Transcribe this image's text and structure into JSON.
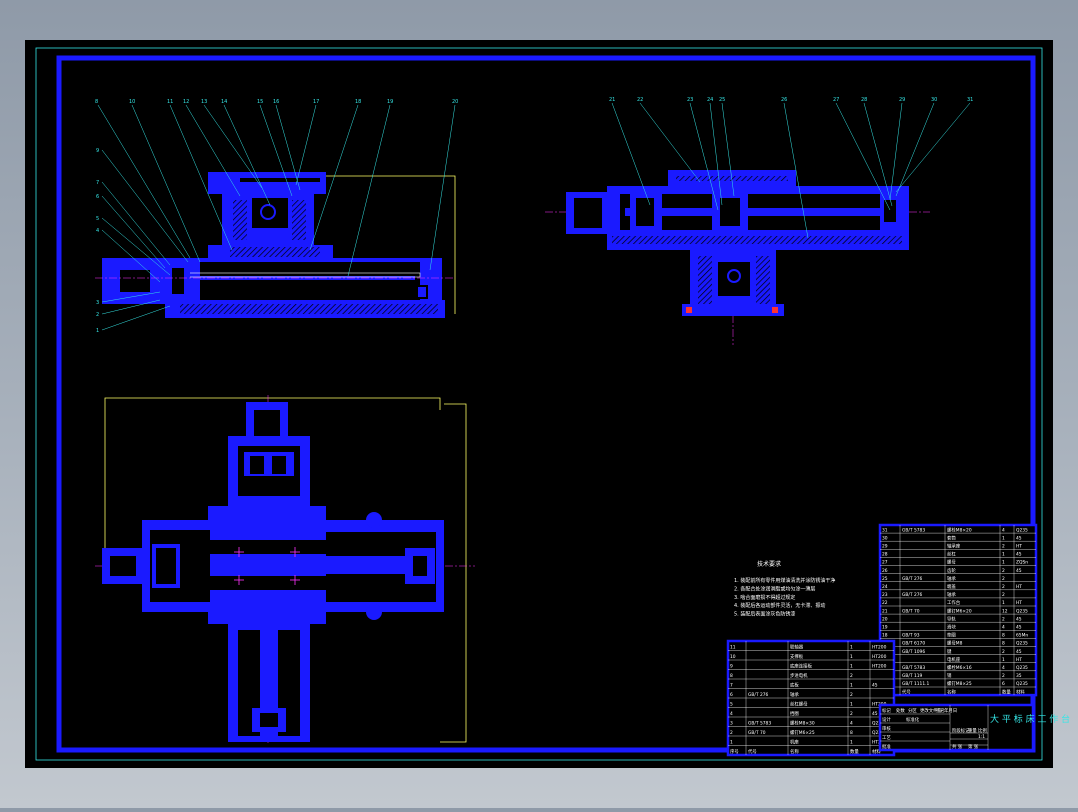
{
  "colors": {
    "background": "#8f9aa8",
    "sheet": "#000000",
    "frame": "#1a1aff",
    "part_fill": "#1a1aff",
    "leader": "#35e6e6",
    "dimension": "#ffff66",
    "centerline": "#ff33ff",
    "text": "#ffffff"
  },
  "drawing": {
    "title": "大 平 标 床 工 作 台",
    "tech_req_heading": "技术要求",
    "tech_requirements": [
      "1. 装配前所有零件用煤油清洗并涂防锈油干净",
      "2. 各配合处涂润滑脂或均匀涂一薄层",
      "3. 啮合面磨损不得超过规定",
      "4. 装配后各运动部件灵活，无卡滞、振动",
      "5. 装配后表面涂灰色防锈漆"
    ],
    "front_view_balloons": [
      "8",
      "10",
      "11",
      "12",
      "13",
      "14",
      "15",
      "16",
      "17",
      "18",
      "19",
      "20",
      "9",
      "7",
      "6",
      "5",
      "4",
      "3",
      "2",
      "1"
    ],
    "side_view_balloons": [
      "21",
      "22",
      "23",
      "24",
      "25",
      "26",
      "27",
      "28",
      "29",
      "30",
      "31"
    ]
  },
  "bom_right": {
    "rows": [
      [
        "31",
        "GB/T 5783",
        "螺栓M8×20",
        "4",
        "Q235"
      ],
      [
        "30",
        "",
        "套筒",
        "1",
        "45"
      ],
      [
        "29",
        "",
        "轴承座",
        "2",
        "HT"
      ],
      [
        "28",
        "",
        "丝杠",
        "1",
        "45"
      ],
      [
        "27",
        "",
        "螺母",
        "1",
        "ZQSn"
      ],
      [
        "26",
        "",
        "齿轮",
        "2",
        "45"
      ],
      [
        "25",
        "GB/T 276",
        "轴承",
        "2",
        ""
      ],
      [
        "24",
        "",
        "端盖",
        "2",
        "HT"
      ],
      [
        "23",
        "GB/T 276",
        "轴承",
        "2",
        ""
      ],
      [
        "22",
        "",
        "工作台",
        "1",
        "HT"
      ],
      [
        "21",
        "GB/T 70",
        "螺钉M6×20",
        "12",
        "Q235"
      ],
      [
        "20",
        "",
        "导轨",
        "2",
        "45"
      ],
      [
        "19",
        "",
        "滑块",
        "4",
        "45"
      ],
      [
        "18",
        "GB/T 93",
        "垫圈",
        "8",
        "65Mn"
      ],
      [
        "17",
        "GB/T 6170",
        "螺母M8",
        "8",
        "Q235"
      ],
      [
        "16",
        "GB/T 1096",
        "键",
        "2",
        "45"
      ],
      [
        "15",
        "",
        "电机座",
        "1",
        "HT"
      ],
      [
        "14",
        "GB/T 5783",
        "螺栓M6×16",
        "4",
        "Q235"
      ],
      [
        "13",
        "GB/T 119",
        "销",
        "2",
        "35"
      ],
      [
        "12",
        "GB/T 1111.1",
        "螺钉M8×25",
        "6",
        "Q235"
      ]
    ],
    "header": [
      "序号",
      "代号",
      "名称",
      "数量",
      "材料"
    ]
  },
  "bom_left": {
    "rows": [
      [
        "11",
        "",
        "联轴器",
        "1",
        "HT200"
      ],
      [
        "10",
        "",
        "支撑板",
        "1",
        "HT200"
      ],
      [
        "9",
        "",
        "底座连接板",
        "1",
        "HT200"
      ],
      [
        "8",
        "",
        "步进电机",
        "2",
        ""
      ],
      [
        "7",
        "",
        "底板",
        "1",
        "45"
      ],
      [
        "6",
        "GB/T 276",
        "轴承",
        "2",
        ""
      ],
      [
        "5",
        "",
        "丝杠螺母",
        "1",
        "HT200"
      ],
      [
        "4",
        "",
        "挡圈",
        "2",
        "45"
      ],
      [
        "3",
        "GB/T 5783",
        "螺栓M8×30",
        "4",
        "Q235"
      ],
      [
        "2",
        "GB/T 70",
        "螺钉M6×25",
        "8",
        "Q235"
      ],
      [
        "1",
        "",
        "机座",
        "1",
        "HT200"
      ]
    ],
    "header": [
      "序号",
      "代号",
      "名称",
      "数量",
      "材料"
    ]
  },
  "title_block": {
    "cells": [
      "标记",
      "处数",
      "分区",
      "更改文件号",
      "签名",
      "年月日",
      "设计",
      "标准化",
      "阶段标记",
      "重量",
      "比例",
      "审核",
      "工艺",
      "批准",
      "共  张",
      "第  张",
      "1:1"
    ]
  }
}
